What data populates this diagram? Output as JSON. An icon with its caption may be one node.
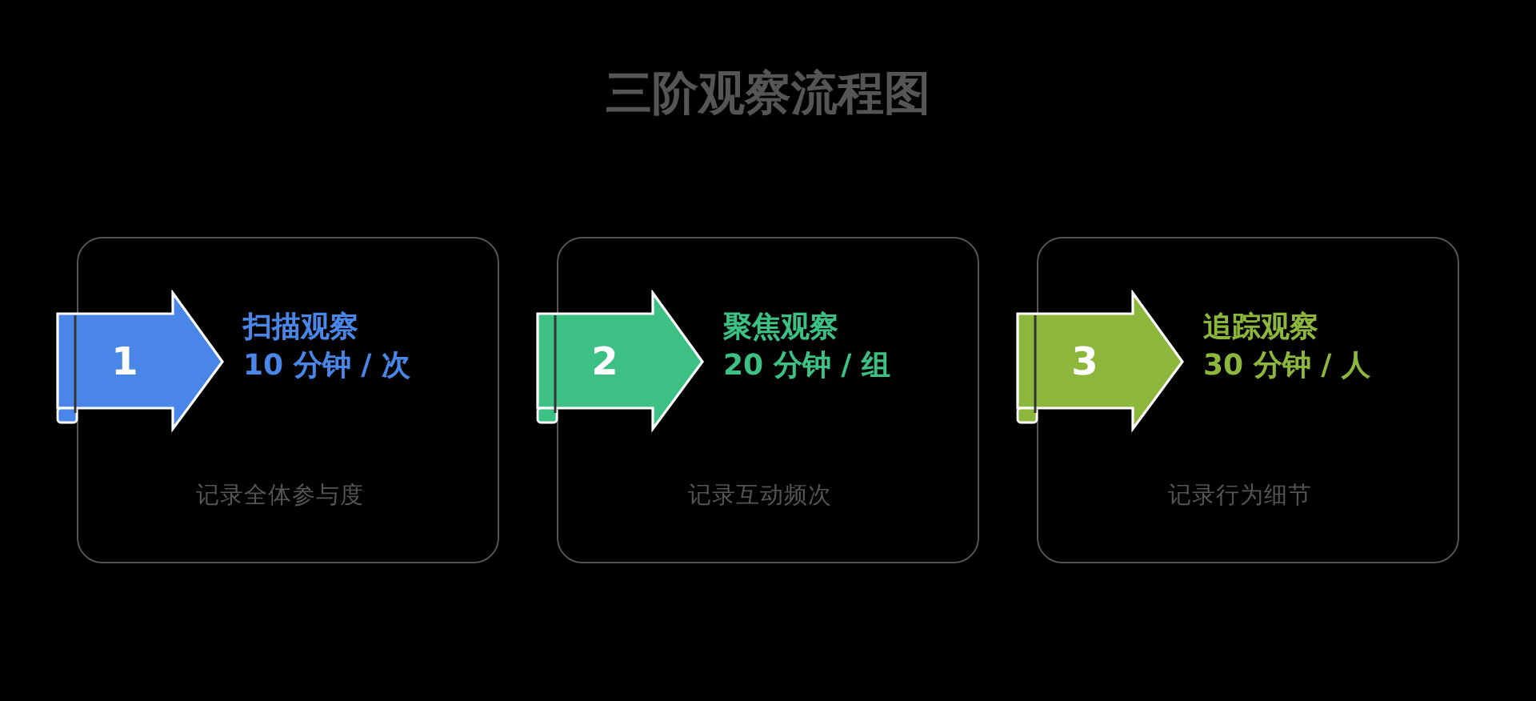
{
  "diagram": {
    "title": "三阶观察流程图",
    "nodes": [
      {
        "text": [
          "扫描观察",
          "10 分钟 / 次",
          "记录全体参与度"
        ]
      },
      {
        "text": [
          "1"
        ]
      },
      {
        "text": [
          "聚焦观察",
          "20 分钟 / 组",
          "记录互动频次"
        ]
      },
      {
        "text": [
          "2"
        ]
      },
      {
        "text": [
          "追踪观察",
          "30 分钟 / 人",
          "记录行为细节"
        ]
      },
      {
        "text": [
          "3"
        ]
      }
    ]
  }
}
